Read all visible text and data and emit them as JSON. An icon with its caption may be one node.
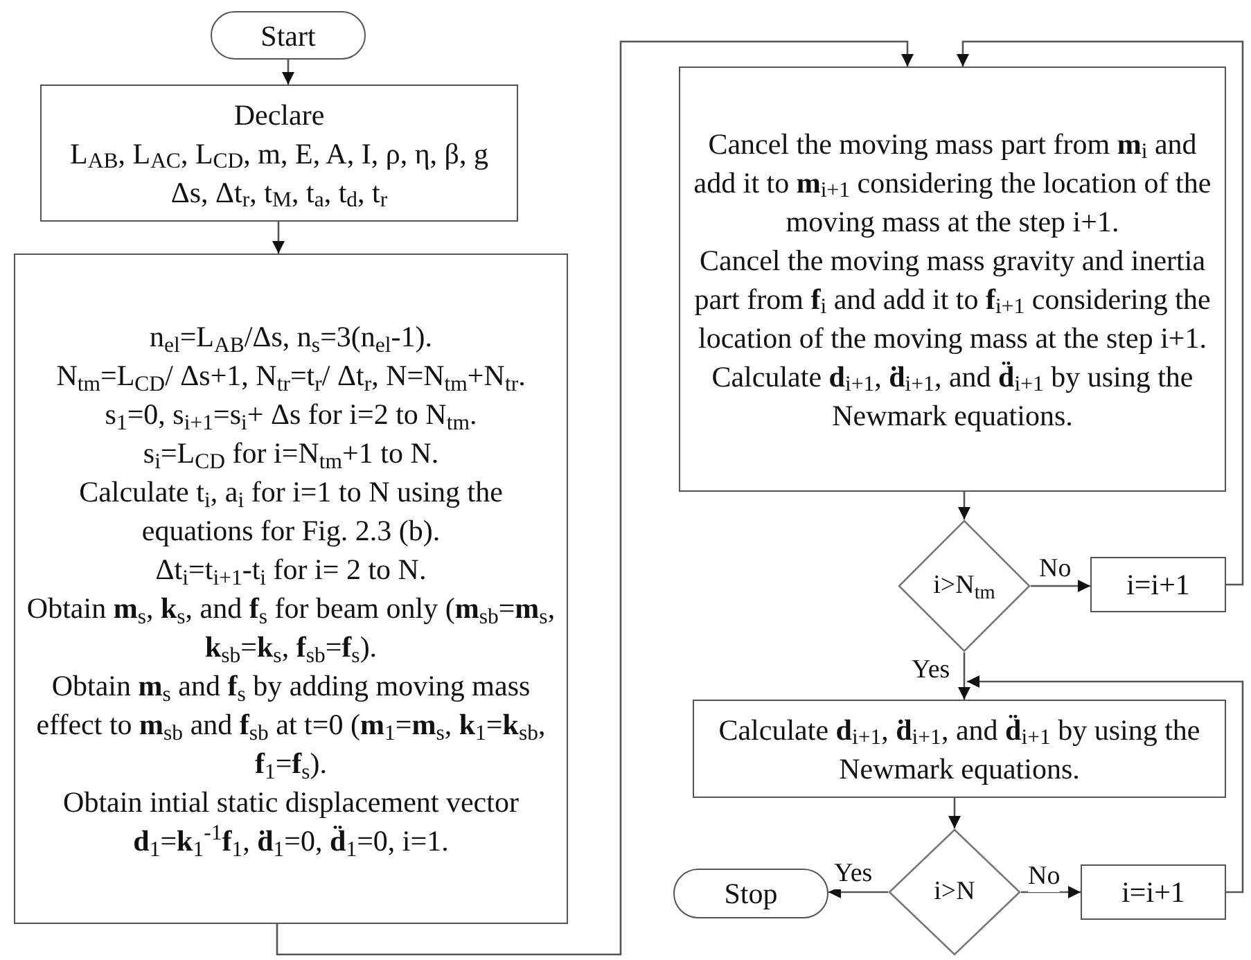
{
  "diagram": {
    "nodes": [
      {
        "text": [
          "Start"
        ]
      },
      {
        "text": [
          "Declare",
          "L$_{AB}$, L$_{AC}$, L$_{CD}$, m, E, A, I, ρ, η, β, g",
          "Δs, Δt$_{r}$, t$_{M}$, t$_{a}$, t$_{d}$, t$_{r}$"
        ]
      },
      {
        "text": [
          "n$_{el}$=L$_{AB}$/Δs, n$_{s}$=3(n$_{el}$-1).",
          "N$_{tm}$=L$_{CD}$/ Δs+1, N$_{tr}$=t$_{r}$/ Δt$_{r}$, N=N$_{tm}$+N$_{tr}$.",
          "s$_{1}$=0, s$_{i+1}$=s$_{i}$+ Δs for i=2 to N$_{tm}$.",
          "s$_{i}$=L$_{CD}$ for i=N$_{tm}$+1 to N.",
          "Calculate t$_{i}$, a$_{i}$ for i=1 to N using the equations for Fig. 2.3 (b).",
          "Δt$_{i}$=t$_{i+1}$-t$_{i}$ for i= 2 to N.",
          "Obtain **m**$_{s}$, **k**$_{s}$, and **f**$_{s}$ for beam only (**m**$_{sb}$=**m**$_{s}$, **k**$_{sb}$=**k**$_{s}$, **f**$_{sb}$=**f**$_{s}$).",
          "Obtain **m**$_{s}$ and **f**$_{s}$ by adding moving mass effect to **m**$_{sb}$ and **f**$_{sb}$ at t=0 (**m**$_{1}$=**m**$_{s}$, **k**$_{1}$=**k**$_{sb}$, **f**$_{1}$=**f**$_{s}$).",
          "Obtain intial static displacement vector",
          "**d**$_{1}$=**k**$_{1}$$^{-1}$**f**$_{1}$, **ḋ**$_{1}$=0, **d̈**$_{1}$=0, i=1."
        ]
      },
      {
        "text": [
          "Cancel the moving mass part from **m**$_{i}$ and add it to **m**$_{i+1}$ considering the location of the moving mass at the step i+1.",
          "Cancel the moving mass gravity and inertia part from **f**$_{i}$ and add it to **f**$_{i+1}$ considering the location of the moving mass at the step i+1.",
          "Calculate **d**$_{i+1}$, **ḋ**$_{i+1}$, and **d̈**$_{i+1}$ by using the Newmark equations."
        ]
      },
      {
        "text": [
          "i>N$_{tm}$"
        ]
      },
      {
        "text": [
          "i=i+1"
        ]
      },
      {
        "text": [
          "Calculate **d**$_{i+1}$, **ḋ**$_{i+1}$, and **d̈**$_{i+1}$ by using the Newmark equations."
        ]
      },
      {
        "text": [
          "i>N"
        ]
      },
      {
        "text": [
          "Stop"
        ]
      },
      {
        "text": [
          "i=i+1"
        ]
      }
    ],
    "edges": [
      {
        "from": 0,
        "to": 1,
        "arrow": "to"
      },
      {
        "from": 1,
        "to": 2,
        "arrow": "to"
      },
      {
        "from": 2,
        "to": 3,
        "arrow": "to"
      },
      {
        "from": 3,
        "to": 4,
        "arrow": "to"
      },
      {
        "from": 4,
        "to": 5,
        "arrow": "to",
        "label": "No"
      },
      {
        "from": 4,
        "to": 6,
        "arrow": "to",
        "label": "Yes"
      },
      {
        "from": 5,
        "to": 3,
        "arrow": "to"
      },
      {
        "from": 6,
        "to": 7,
        "arrow": "to"
      },
      {
        "from": 7,
        "to": 8,
        "arrow": "to",
        "label": "Yes"
      },
      {
        "from": 7,
        "to": 9,
        "arrow": "to",
        "label": "No"
      },
      {
        "from": 9,
        "to": 6,
        "arrow": "to"
      }
    ]
  }
}
